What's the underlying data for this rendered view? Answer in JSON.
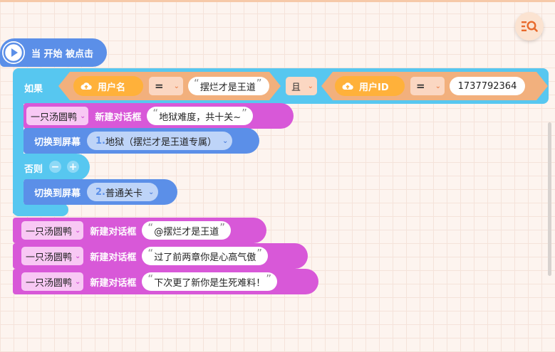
{
  "event": {
    "label": "当 开始 被点击"
  },
  "if_block": {
    "if_label": "如果",
    "and_label": "且",
    "else_label": "否则",
    "remove_btn": "−",
    "add_btn": "+",
    "cond1": {
      "var": "用户名",
      "op": "=",
      "value": "摆烂才是王道"
    },
    "cond2": {
      "var": "用户ID",
      "op": "=",
      "value": "1737792364"
    }
  },
  "say_label": "新建对话框",
  "switch_label": "切换到屏幕",
  "sprite": "一只汤圆鸭",
  "blocks": {
    "say1": "地狱难度，共十关~",
    "switch1": {
      "num": "1.",
      "name": "地狱（摆烂才是王道专属）"
    },
    "switch2": {
      "num": "2.",
      "name": "普通关卡"
    },
    "say2": "@摆烂才是王道",
    "say3": "过了前两章你是心高气傲",
    "say4": "下次更了新你是生死难料！"
  },
  "quote_open": "“",
  "quote_close": "”",
  "colors": {
    "event": "#5b8fe8",
    "control": "#57c7f0",
    "dialog": "#d858d8",
    "variable": "#ffb13a",
    "operator": "#f2b07d"
  },
  "icons": [
    "play-icon",
    "cloud-upload-icon",
    "chevron-down-icon",
    "list-search-icon"
  ]
}
